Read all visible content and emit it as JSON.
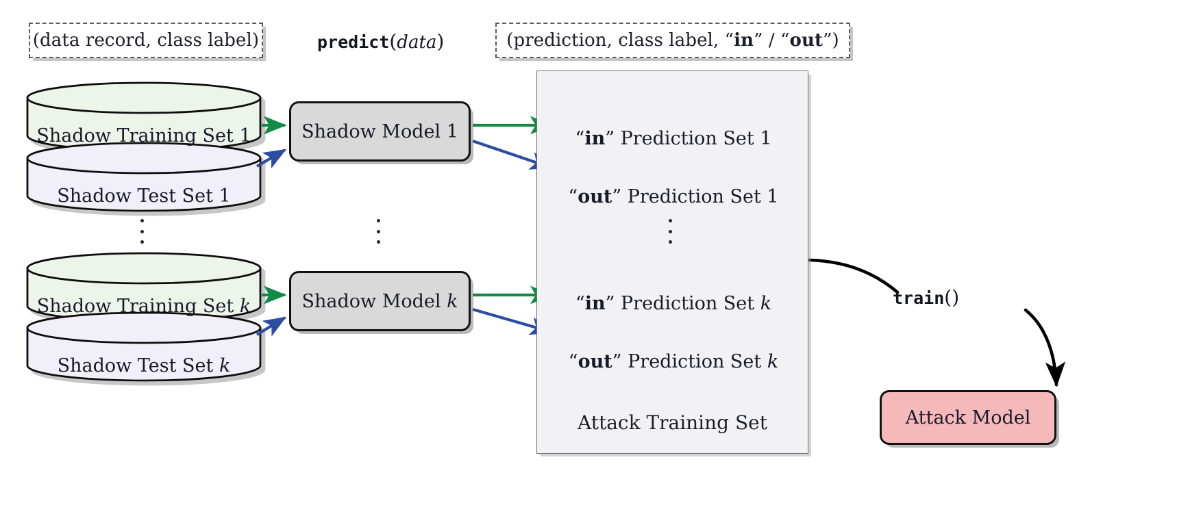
{
  "diagram": {
    "title": "Shadow model training pipeline for membership inference attack",
    "legend": {
      "input_box": "(data record, class label)",
      "predict_label_fn": "predict",
      "predict_label_arg": "data",
      "output_box_prefix": "(prediction, class label, ",
      "output_box_in": "in",
      "output_box_sep": " / ",
      "output_box_out": "out",
      "output_box_suffix": ")"
    },
    "shadow_rows": [
      {
        "index": "1",
        "training_set": "Shadow Training Set 1",
        "training_set_base": "Shadow Training Set ",
        "training_set_idx": "1",
        "test_set_base": "Shadow Test Set ",
        "test_set_idx": "1",
        "model_base": "Shadow Model ",
        "model_idx": "1",
        "in_prediction_quoted": "in",
        "in_prediction_base": " Prediction Set ",
        "in_prediction_idx": "1",
        "out_prediction_quoted": "out",
        "out_prediction_base": " Prediction Set ",
        "out_prediction_idx": "1"
      },
      {
        "index": "k",
        "training_set_base": "Shadow Training Set ",
        "training_set_idx": "k",
        "test_set_base": "Shadow Test Set ",
        "test_set_idx": "k",
        "model_base": "Shadow Model ",
        "model_idx": "k",
        "in_prediction_quoted": "in",
        "in_prediction_base": " Prediction Set ",
        "in_prediction_idx": "k",
        "out_prediction_quoted": "out",
        "out_prediction_base": " Prediction Set ",
        "out_prediction_idx": "k"
      }
    ],
    "attack_panel": {
      "label": "Attack Training Set"
    },
    "train_arrow": {
      "label_fn": "train",
      "label_parens": "()"
    },
    "attack_model": {
      "label": "Attack Model"
    },
    "ellipsis_symbol": "vertical-ellipsis",
    "colors": {
      "arrow_green": "#128a46",
      "arrow_blue": "#2b4ea2",
      "arrow_black": "#000000",
      "training_cylinder_fill": "#edf4e9",
      "test_cylinder_fill": "#f1f0f8",
      "model_box_fill": "#d9d9d9",
      "attack_model_fill": "#f5b9ba",
      "attack_panel_fill": "#f2f2f5",
      "outline": "#111111"
    }
  }
}
